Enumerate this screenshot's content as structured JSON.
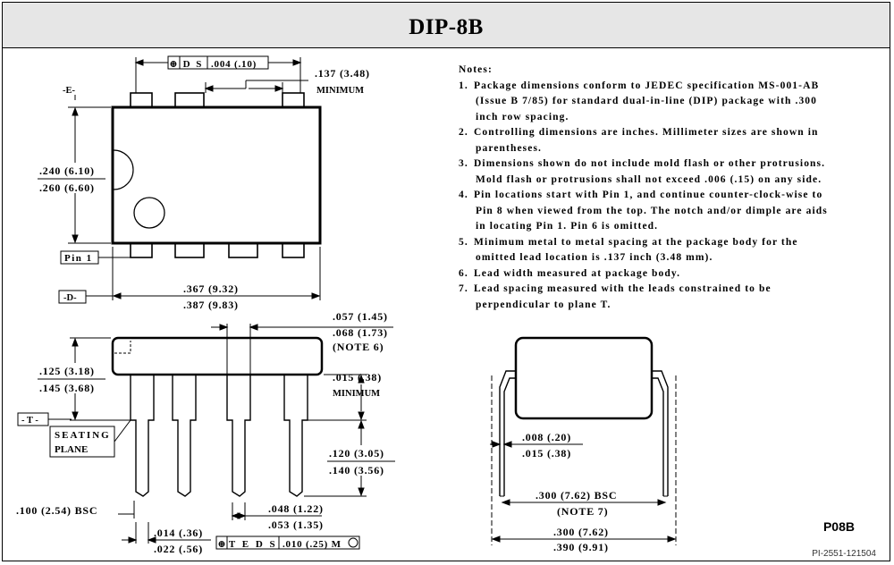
{
  "title": "DIP-8B",
  "notes": {
    "header": "Notes:",
    "items": [
      {
        "num": "1.",
        "text": "Package dimensions conform to JEDEC specification MS-001-AB (Issue B 7/85) for standard dual-in-line (DIP) package with .300 inch row spacing."
      },
      {
        "num": "2.",
        "text": "Controlling dimensions are inches. Millimeter sizes are shown in parentheses."
      },
      {
        "num": "3.",
        "text": "Dimensions shown do not include mold flash or other protrusions. Mold flash or protrusions shall not exceed .006 (.15) on any side."
      },
      {
        "num": "4.",
        "text": "Pin locations start with Pin 1, and continue counter-clock-wise to Pin 8 when viewed from the top. The notch and/or dimple are aids in locating Pin 1. Pin 6 is omitted."
      },
      {
        "num": "5.",
        "text": "Minimum metal to metal spacing at the package body for the omitted lead location is .137 inch (3.48 mm)."
      },
      {
        "num": "6.",
        "text": "Lead width measured at package body."
      },
      {
        "num": "7.",
        "text": "Lead spacing measured with the leads constrained to be perpendicular to plane T."
      }
    ]
  },
  "top_view": {
    "tolerance_frame": {
      "symbol": "⊕",
      "datums": "D S",
      "value": ".004 (.10)"
    },
    "min_spacing": {
      "value": ".137 (3.48)",
      "note": "MINIMUM"
    },
    "datum_e": "-E-",
    "width": {
      "min": ".240 (6.10)",
      "max": ".260 (6.60)"
    },
    "pin1_label": "Pin 1",
    "datum_d": "-D-",
    "length": {
      "min": ".367 (9.32)",
      "max": ".387 (9.83)"
    }
  },
  "side_view": {
    "lead_width_top": {
      "min": ".057 (1.45)",
      "max": ".068 (1.73)",
      "note": "(NOTE 6)"
    },
    "body_height": {
      "min": ".125 (3.18)",
      "max": ".145 (3.68)"
    },
    "standoff": {
      "value": ".015 (.38)",
      "note": "MINIMUM"
    },
    "datum_t": "- T -",
    "seating_plane": [
      "SEATING",
      "PLANE"
    ],
    "lead_length": {
      "min": ".120 (3.05)",
      "max": ".140 (3.56)"
    },
    "pitch": ".100 (2.54) BSC",
    "shoulder_width": {
      "min": ".048 (1.22)",
      "max": ".053 (1.35)"
    },
    "lead_width": {
      "min": ".014 (.36)",
      "max": ".022 (.56)"
    },
    "tolerance_frame": {
      "symbol": "⊕",
      "datums": "T E D S",
      "value": ".010 (.25) M"
    }
  },
  "end_view": {
    "lead_thickness": {
      "min": ".008 (.20)",
      "max": ".015 (.38)"
    },
    "row_spacing": {
      "value": ".300 (7.62) BSC",
      "note": "(NOTE 7)"
    },
    "overall_width": {
      "min": ".300 (7.62)",
      "max": ".390 (9.91)"
    }
  },
  "package_code": "P08B",
  "document_number": "PI-2551-121504"
}
